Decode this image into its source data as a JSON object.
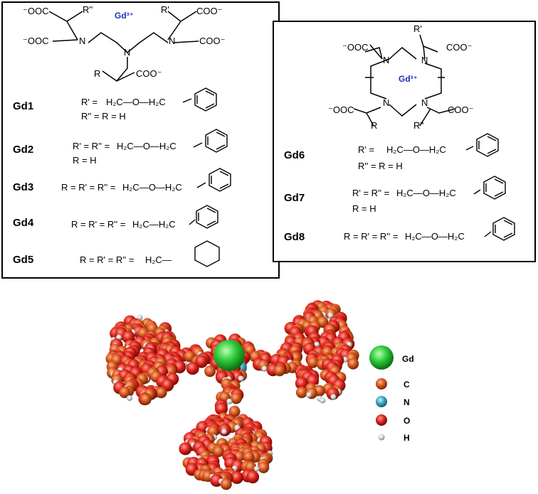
{
  "left_panel": {
    "core": {
      "coo_top_left": "⁻OOC",
      "r2_top": "R''",
      "gd_ion": "Gd³⁺",
      "r1_top": "R'",
      "coo_top_right": "COO⁻",
      "coo_mid_left": "⁻OOC",
      "n_left": "N",
      "n_center": "N",
      "n_right": "N",
      "coo_mid_right": "COO⁻",
      "r_bottom": "R",
      "coo_bottom": "COO⁻"
    },
    "compounds": [
      {
        "label": "Gd1",
        "line1": "R' =",
        "line2": "R'' = R = H",
        "group": "H₂C—O—H₂C"
      },
      {
        "label": "Gd2",
        "line1": "R' = R'' =",
        "line2": "R = H",
        "group": "H₂C—O—H₂C"
      },
      {
        "label": "Gd3",
        "line1": "R = R' = R'' =",
        "line2": "",
        "group": "H₂C—O—H₂C"
      },
      {
        "label": "Gd4",
        "line1": "R = R' = R'' =",
        "line2": "",
        "group": "H₂C—H₂C"
      },
      {
        "label": "Gd5",
        "line1": "R = R' = R'' =",
        "line2": "",
        "group": "H₂C—"
      }
    ]
  },
  "right_panel": {
    "core": {
      "r1_top": "R'",
      "coo_top_left": "⁻OOC",
      "coo_top_right": "COO⁻",
      "gd_ion": "Gd³⁺",
      "n_label": "N",
      "coo_bottom_left": "⁻OOC",
      "coo_bottom_right": "COO⁻",
      "r_bottom": "R",
      "r2_bottom": "R''"
    },
    "compounds": [
      {
        "label": "Gd6",
        "line1": "R' =",
        "line2": "R'' = R = H",
        "group": "H₂C—O—H₂C"
      },
      {
        "label": "Gd7",
        "line1": "R' = R'' =",
        "line2": "R = H",
        "group": "H₂C—O—H₂C"
      },
      {
        "label": "Gd8",
        "line1": "R = R' = R'' =",
        "line2": "",
        "group": "H₂C—O—H₂C"
      }
    ]
  },
  "legend": {
    "items": [
      {
        "symbol": "Gd",
        "color": "#2fc93a"
      },
      {
        "symbol": "C",
        "color": "#d9581f"
      },
      {
        "symbol": "N",
        "color": "#3fa9c9"
      },
      {
        "symbol": "O",
        "color": "#e0251c"
      },
      {
        "symbol": "H",
        "color": "#c8cfcf"
      }
    ]
  },
  "colors": {
    "gd_label": "#1f2fbf",
    "ring_outline": "#000000"
  }
}
